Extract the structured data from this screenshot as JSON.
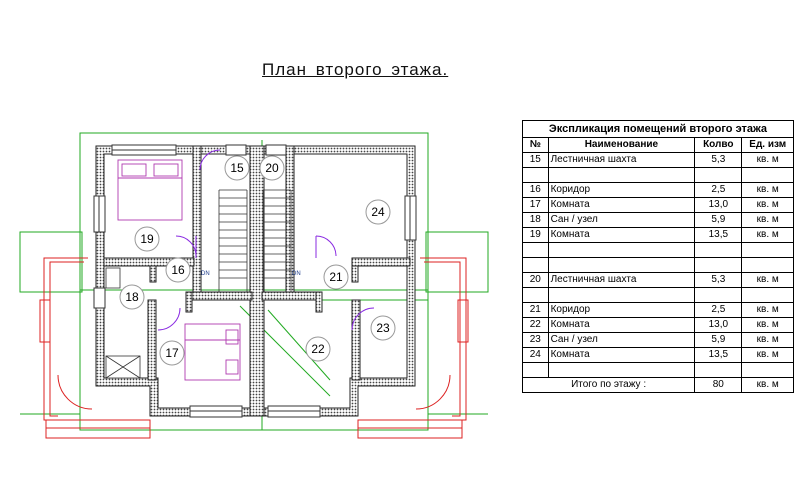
{
  "page": {
    "title": "План  второго  этажа."
  },
  "explication": {
    "title": "Экспликация помещений второго этажа",
    "headers": [
      "№",
      "Наименование",
      "Колво",
      "Ед. изм"
    ],
    "rows": [
      {
        "no": "15",
        "name": "Лестничная шахта",
        "qty": "5,3",
        "unit": "кв. м"
      },
      {
        "no": "",
        "name": "",
        "qty": "",
        "unit": ""
      },
      {
        "no": "16",
        "name": "Коридор",
        "qty": "2,5",
        "unit": "кв. м"
      },
      {
        "no": "17",
        "name": "Комната",
        "qty": "13,0",
        "unit": "кв. м"
      },
      {
        "no": "18",
        "name": "Сан / узел",
        "qty": "5,9",
        "unit": "кв. м"
      },
      {
        "no": "19",
        "name": "Комната",
        "qty": "13,5",
        "unit": "кв. м"
      },
      {
        "no": "",
        "name": "",
        "qty": "",
        "unit": ""
      },
      {
        "no": "",
        "name": "",
        "qty": "",
        "unit": ""
      },
      {
        "no": "20",
        "name": "Лестничная шахта",
        "qty": "5,3",
        "unit": "кв. м"
      },
      {
        "no": "",
        "name": "",
        "qty": "",
        "unit": ""
      },
      {
        "no": "21",
        "name": "Коридор",
        "qty": "2,5",
        "unit": "кв. м"
      },
      {
        "no": "22",
        "name": "Комната",
        "qty": "13,0",
        "unit": "кв. м"
      },
      {
        "no": "23",
        "name": "Сан / узел",
        "qty": "5,9",
        "unit": "кв. м"
      },
      {
        "no": "24",
        "name": "Комната",
        "qty": "13,5",
        "unit": "кв. м"
      },
      {
        "no": "",
        "name": "",
        "qty": "",
        "unit": ""
      }
    ],
    "total": {
      "label": "Итого по этажу :",
      "qty": "80",
      "unit": "кв. м"
    }
  },
  "plan": {
    "room_labels": [
      "15",
      "20",
      "24",
      "19",
      "16",
      "21",
      "18",
      "23",
      "17",
      "22"
    ],
    "stair_marks": [
      "DN",
      "DN"
    ]
  }
}
